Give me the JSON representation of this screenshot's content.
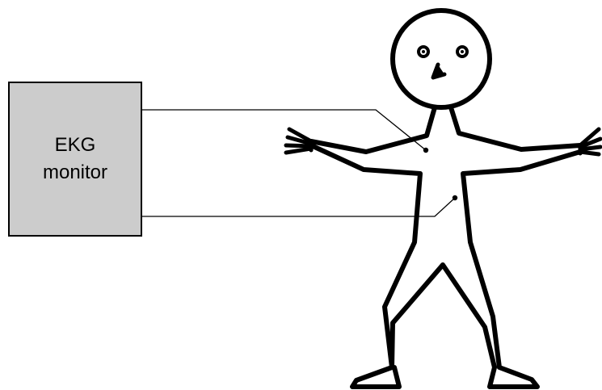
{
  "monitor": {
    "label_line1": "EKG",
    "label_line2": "monitor",
    "fill_color": "#cccccc"
  },
  "figure": {
    "description_icon": "stick-figure-person-icon",
    "stroke_color": "#000000"
  },
  "leads": [
    {
      "name": "upper-lead",
      "attach": "chest"
    },
    {
      "name": "lower-lead",
      "attach": "abdomen"
    }
  ]
}
